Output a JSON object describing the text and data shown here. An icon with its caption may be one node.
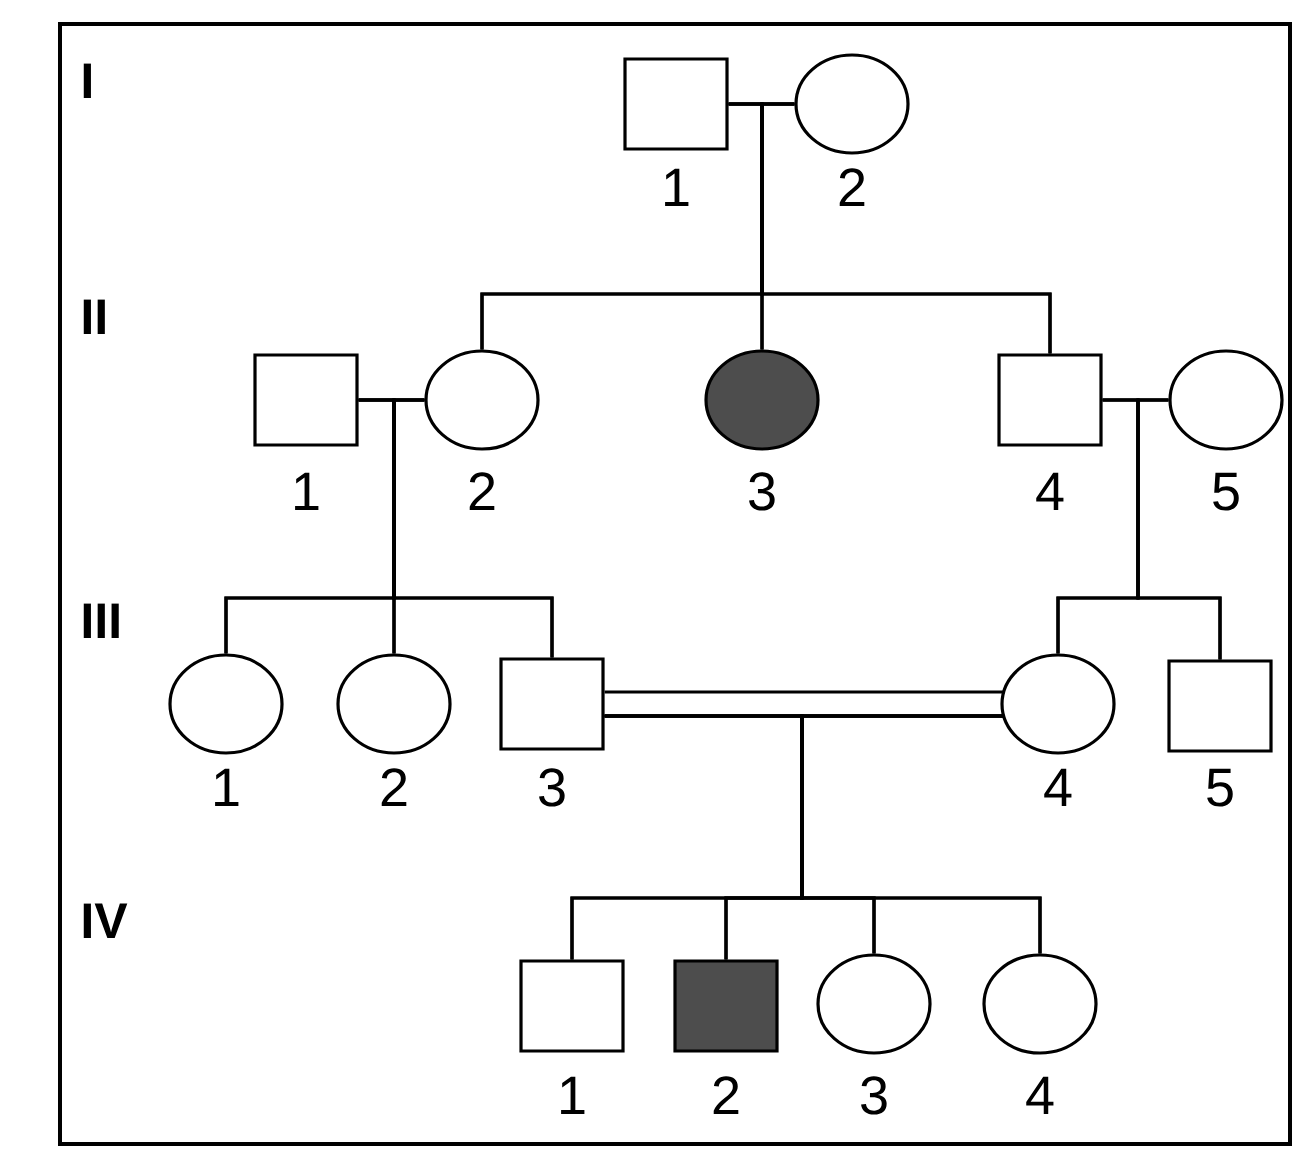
{
  "diagram": {
    "nodes": [
      {
        "text": [],
        "shape": "box",
        "beside": [
          "1"
        ]
      },
      {
        "text": [],
        "shape": "circle",
        "beside": [
          "2"
        ]
      },
      {
        "text": [],
        "shape": "box",
        "beside": [
          "1"
        ]
      },
      {
        "text": [],
        "shape": "circle",
        "beside": [
          "2"
        ]
      },
      {
        "text": [],
        "shape": "circle",
        "beside": [
          "3"
        ]
      },
      {
        "text": [],
        "shape": "box",
        "beside": [
          "4"
        ]
      },
      {
        "text": [],
        "shape": "circle",
        "beside": [
          "5"
        ]
      },
      {
        "text": [],
        "shape": "circle",
        "beside": [
          "1"
        ]
      },
      {
        "text": [],
        "shape": "circle",
        "beside": [
          "2"
        ]
      },
      {
        "text": [],
        "shape": "box",
        "beside": [
          "3"
        ]
      },
      {
        "text": [],
        "shape": "circle",
        "beside": [
          "4"
        ]
      },
      {
        "text": [],
        "shape": "box",
        "beside": [
          "5"
        ]
      },
      {
        "text": [],
        "shape": "box",
        "beside": [
          "1"
        ]
      },
      {
        "text": [],
        "shape": "box",
        "beside": [
          "2"
        ]
      },
      {
        "text": [],
        "shape": "circle",
        "beside": [
          "3"
        ]
      },
      {
        "text": [],
        "shape": "circle",
        "beside": [
          "4"
        ]
      }
    ],
    "edges": [
      {
        "from": 0,
        "to": 1,
        "arrow": "none"
      },
      {
        "from": 0,
        "to": 3,
        "arrow": "none"
      },
      {
        "from": 1,
        "to": 3,
        "arrow": "none"
      },
      {
        "from": 0,
        "to": 4,
        "arrow": "none"
      },
      {
        "from": 1,
        "to": 4,
        "arrow": "none"
      },
      {
        "from": 0,
        "to": 5,
        "arrow": "none"
      },
      {
        "from": 1,
        "to": 5,
        "arrow": "none"
      },
      {
        "from": 2,
        "to": 3,
        "arrow": "none"
      },
      {
        "from": 2,
        "to": 7,
        "arrow": "none"
      },
      {
        "from": 3,
        "to": 7,
        "arrow": "none"
      },
      {
        "from": 2,
        "to": 8,
        "arrow": "none"
      },
      {
        "from": 3,
        "to": 8,
        "arrow": "none"
      },
      {
        "from": 2,
        "to": 9,
        "arrow": "none"
      },
      {
        "from": 3,
        "to": 9,
        "arrow": "none"
      },
      {
        "from": 5,
        "to": 6,
        "arrow": "none"
      },
      {
        "from": 5,
        "to": 10,
        "arrow": "none"
      },
      {
        "from": 6,
        "to": 10,
        "arrow": "none"
      },
      {
        "from": 5,
        "to": 11,
        "arrow": "none"
      },
      {
        "from": 6,
        "to": 11,
        "arrow": "none"
      },
      {
        "from": 9,
        "to": 10,
        "arrow": "none"
      },
      {
        "from": 9,
        "to": 10,
        "arrow": "none"
      },
      {
        "from": 9,
        "to": 12,
        "arrow": "none"
      },
      {
        "from": 10,
        "to": 12,
        "arrow": "none"
      },
      {
        "from": 9,
        "to": 13,
        "arrow": "none"
      },
      {
        "from": 10,
        "to": 13,
        "arrow": "none"
      },
      {
        "from": 9,
        "to": 14,
        "arrow": "none"
      },
      {
        "from": 10,
        "to": 14,
        "arrow": "none"
      },
      {
        "from": 9,
        "to": 15,
        "arrow": "none"
      },
      {
        "from": 10,
        "to": 15,
        "arrow": "none"
      }
    ],
    "labels": [
      "I",
      "II",
      "III",
      "IV"
    ]
  }
}
